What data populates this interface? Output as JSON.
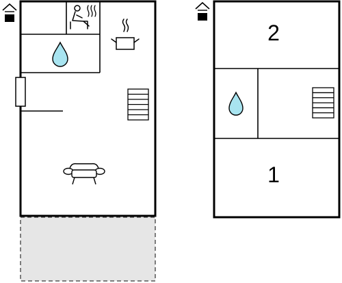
{
  "floors": [
    {
      "name": "ground-floor",
      "rooms": [],
      "icons": [
        "entrance-icon",
        "sauna-icon",
        "steam-icon",
        "bathroom-icon",
        "kitchen-icon",
        "stairs-icon",
        "sofa-icon",
        "door-icon",
        "terrace-area"
      ]
    },
    {
      "name": "upper-floor",
      "rooms": [
        "2",
        "1"
      ],
      "icons": [
        "entrance-icon",
        "bathroom-icon",
        "stairs-icon"
      ]
    }
  ],
  "colors": {
    "wall": "#000000",
    "water": "#a8e4f0",
    "terrace": "#e6e6e6"
  }
}
